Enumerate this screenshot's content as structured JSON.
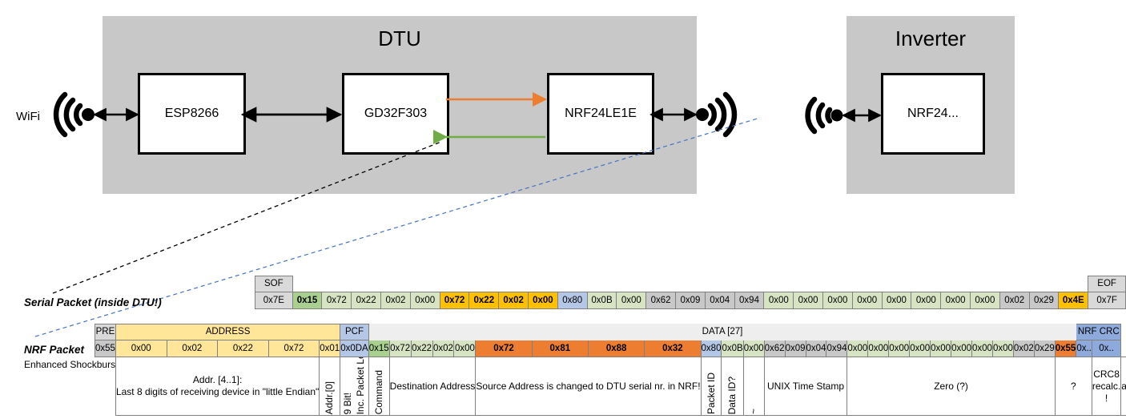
{
  "diagram": {
    "dtu": {
      "title": "DTU",
      "chips": [
        "ESP8266",
        "GD32F303",
        "NRF24LE1E"
      ],
      "wifi_label": "WiFi",
      "arrow_forward_color": "#ed7d31",
      "arrow_back_color": "#70ad47"
    },
    "inverter": {
      "title": "Inverter",
      "chips": [
        "NRF24..."
      ]
    }
  },
  "serial_packet": {
    "label": "Serial Packet (inside DTU!)",
    "sof_header": "SOF",
    "eof_header": "EOF",
    "sof_value": "0x7E",
    "eof_value": "0x7F",
    "bytes": [
      {
        "v": "0x15",
        "c": "c-green",
        "b": true
      },
      {
        "v": "0x72",
        "c": "c-lgreen",
        "b": false
      },
      {
        "v": "0x22",
        "c": "c-lgreen",
        "b": false
      },
      {
        "v": "0x02",
        "c": "c-lgreen",
        "b": false
      },
      {
        "v": "0x00",
        "c": "c-lgreen",
        "b": false
      },
      {
        "v": "0x72",
        "c": "c-orange",
        "b": true
      },
      {
        "v": "0x22",
        "c": "c-orange",
        "b": true
      },
      {
        "v": "0x02",
        "c": "c-orange",
        "b": true
      },
      {
        "v": "0x00",
        "c": "c-orange",
        "b": true
      },
      {
        "v": "0x80",
        "c": "c-blue",
        "b": false
      },
      {
        "v": "0x0B",
        "c": "c-lgreen",
        "b": false
      },
      {
        "v": "0x00",
        "c": "c-lgreen",
        "b": false
      },
      {
        "v": "0x62",
        "c": "c-grayval",
        "b": false
      },
      {
        "v": "0x09",
        "c": "c-grayval",
        "b": false
      },
      {
        "v": "0x04",
        "c": "c-grayval",
        "b": false
      },
      {
        "v": "0x94",
        "c": "c-grayval",
        "b": false
      },
      {
        "v": "0x00",
        "c": "c-lgreen",
        "b": false
      },
      {
        "v": "0x00",
        "c": "c-lgreen",
        "b": false
      },
      {
        "v": "0x00",
        "c": "c-lgreen",
        "b": false
      },
      {
        "v": "0x00",
        "c": "c-lgreen",
        "b": false
      },
      {
        "v": "0x00",
        "c": "c-lgreen",
        "b": false
      },
      {
        "v": "0x00",
        "c": "c-lgreen",
        "b": false
      },
      {
        "v": "0x00",
        "c": "c-lgreen",
        "b": false
      },
      {
        "v": "0x00",
        "c": "c-lgreen",
        "b": false
      },
      {
        "v": "0x02",
        "c": "c-grayval",
        "b": false
      },
      {
        "v": "0x29",
        "c": "c-grayval",
        "b": false
      },
      {
        "v": "0x4E",
        "c": "c-orange",
        "b": true
      }
    ]
  },
  "nrf_packet": {
    "label": "NRF Packet",
    "sublabel": "Enhanced Shockburst",
    "headers": {
      "pre": "PRE",
      "address": "ADDRESS",
      "pcf": "PCF",
      "data": "DATA [27]",
      "crc": "NRF CRC"
    },
    "pre_value": "0x55",
    "address_values": [
      "0x00",
      "0x02",
      "0x22",
      "0x72",
      "0x01"
    ],
    "pcf_value": "0x0DA",
    "crc_values": [
      "0x..",
      "0x.."
    ],
    "bytes": [
      {
        "v": "0x15",
        "c": "c-green",
        "b": false
      },
      {
        "v": "0x72",
        "c": "c-lgreen",
        "b": false
      },
      {
        "v": "0x22",
        "c": "c-lgreen",
        "b": false
      },
      {
        "v": "0x02",
        "c": "c-lgreen",
        "b": false
      },
      {
        "v": "0x00",
        "c": "c-lgreen",
        "b": false
      },
      {
        "v": "0x72",
        "c": "c-salmon",
        "b": true
      },
      {
        "v": "0x81",
        "c": "c-salmon",
        "b": true
      },
      {
        "v": "0x88",
        "c": "c-salmon",
        "b": true
      },
      {
        "v": "0x32",
        "c": "c-salmon",
        "b": true
      },
      {
        "v": "0x80",
        "c": "c-blue",
        "b": false
      },
      {
        "v": "0x0B",
        "c": "c-lgreen",
        "b": false
      },
      {
        "v": "0x00",
        "c": "c-lgreen",
        "b": false
      },
      {
        "v": "0x62",
        "c": "c-grayval",
        "b": false
      },
      {
        "v": "0x09",
        "c": "c-grayval",
        "b": false
      },
      {
        "v": "0x04",
        "c": "c-grayval",
        "b": false
      },
      {
        "v": "0x94",
        "c": "c-grayval",
        "b": false
      },
      {
        "v": "0x00",
        "c": "c-lgreen",
        "b": false
      },
      {
        "v": "0x00",
        "c": "c-lgreen",
        "b": false
      },
      {
        "v": "0x00",
        "c": "c-lgreen",
        "b": false
      },
      {
        "v": "0x00",
        "c": "c-lgreen",
        "b": false
      },
      {
        "v": "0x00",
        "c": "c-lgreen",
        "b": false
      },
      {
        "v": "0x00",
        "c": "c-lgreen",
        "b": false
      },
      {
        "v": "0x00",
        "c": "c-lgreen",
        "b": false
      },
      {
        "v": "0x00",
        "c": "c-lgreen",
        "b": false
      },
      {
        "v": "0x02",
        "c": "c-grayval",
        "b": false
      },
      {
        "v": "0x29",
        "c": "c-grayval",
        "b": false
      },
      {
        "v": "0x55",
        "c": "c-salmon",
        "b": true
      }
    ],
    "descriptions": {
      "address": "Addr. [4..1]:\nLast 8 digits of receiving device in \"little Endian\"",
      "addr0_vert": "Addr.[0]",
      "pcf_vert_1": "9 Bit!",
      "pcf_vert_2": "Inc. Packet Length",
      "command_vert": "Command",
      "destination": "Destination Address",
      "source": "Source Address is changed to DTU serial nr. in NRF!",
      "packet_id_vert": "Packet ID",
      "data_id_vert": "Data ID?",
      "tilde": "~",
      "unix": "UNIX Time Stamp",
      "zero": "Zero (?)",
      "question": "?",
      "crc8": "CRC8 recalc. !",
      "crc_note": "Generated automatically. Dont Care!"
    }
  }
}
